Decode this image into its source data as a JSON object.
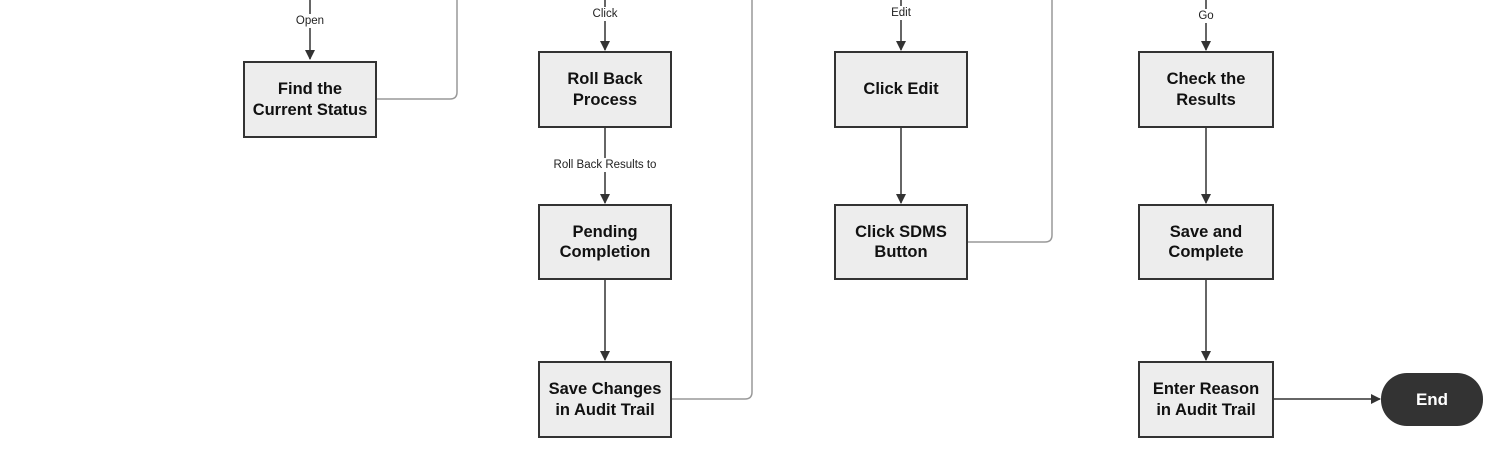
{
  "nodes": {
    "find_status": "Find the Current Status",
    "roll_back_process": "Roll Back Process",
    "pending_completion": "Pending Completion",
    "save_changes": "Save Changes in Audit Trail",
    "click_edit": "Click Edit",
    "click_sdms": "Click SDMS Button",
    "check_results": "Check the Results",
    "save_complete": "Save and Complete",
    "enter_reason": "Enter Reason in Audit Trail",
    "end": "End"
  },
  "edge_labels": {
    "open": "Open",
    "click": "Click",
    "roll_back_results_to": "Roll Back Results to",
    "edit": "Edit",
    "go": "Go"
  },
  "colors": {
    "node_fill": "#ededed",
    "node_border": "#333333",
    "arrow": "#333333",
    "loop_line": "#999999",
    "terminator_fill": "#333333"
  }
}
